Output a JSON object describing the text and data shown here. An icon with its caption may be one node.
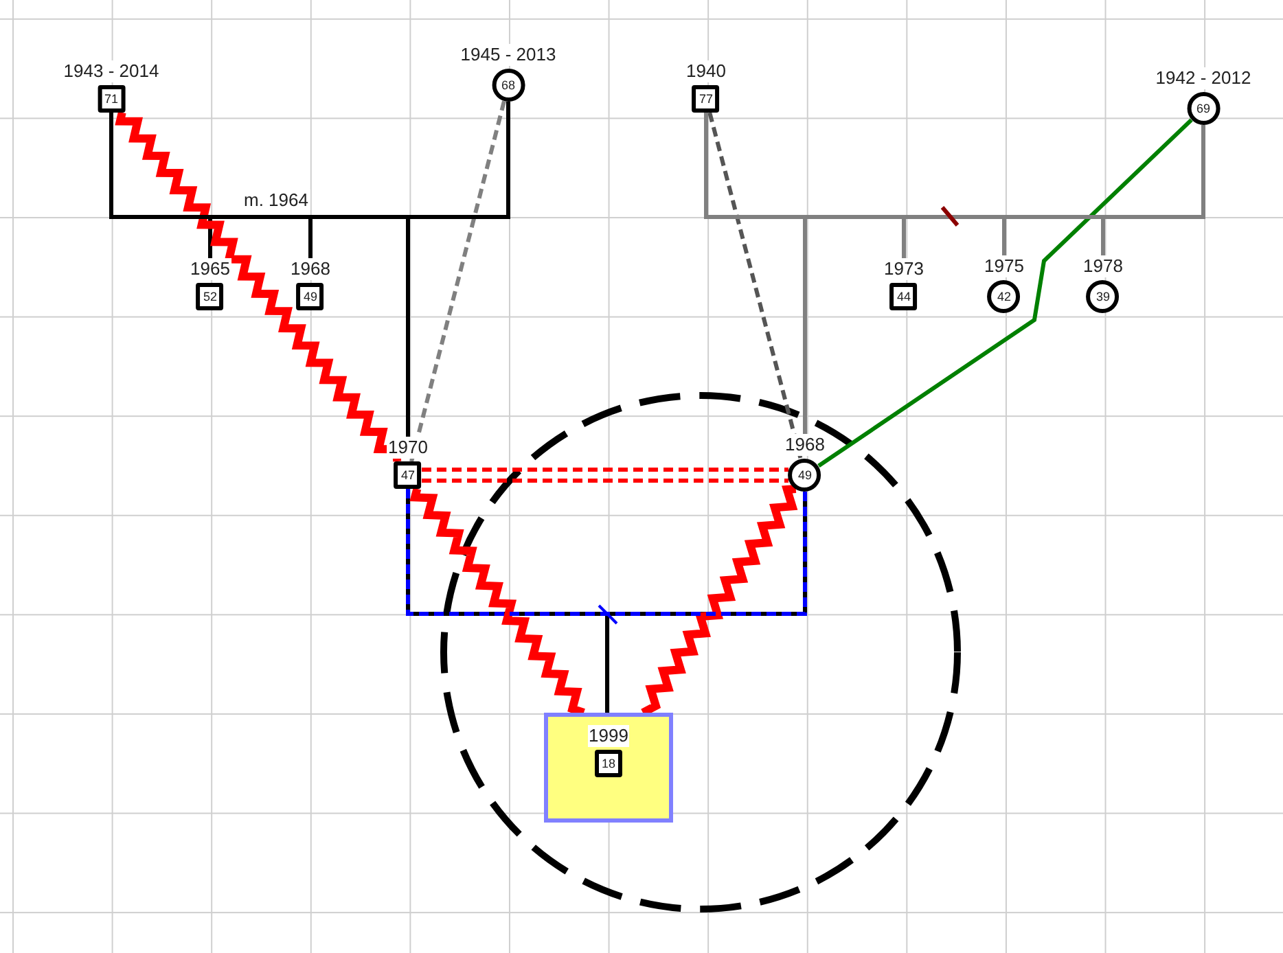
{
  "diagram": {
    "nodes": [
      {
        "text": [
          "1943 - 2014",
          "71"
        ]
      },
      {
        "text": [
          "1945 - 2013",
          "68"
        ]
      },
      {
        "text": [
          "1940",
          "77"
        ]
      },
      {
        "text": [
          "1942 - 2012",
          "69"
        ]
      },
      {
        "text": [
          "1965",
          "52"
        ]
      },
      {
        "text": [
          "1968",
          "49"
        ]
      },
      {
        "text": [
          "1970",
          "47"
        ]
      },
      {
        "text": [
          "1973",
          "44"
        ]
      },
      {
        "text": [
          "1975",
          "42"
        ]
      },
      {
        "text": [
          "1978",
          "39"
        ]
      },
      {
        "text": [
          "1968",
          "49"
        ]
      },
      {
        "text": [
          "1999",
          "18"
        ]
      }
    ],
    "edges": [
      {
        "from": 0,
        "to": 1,
        "arrow": "none",
        "label": "m. 1964",
        "color": "#000000"
      },
      {
        "from": 0,
        "to": 4,
        "arrow": "none",
        "color": "#000000"
      },
      {
        "from": 1,
        "to": 4,
        "arrow": "none",
        "color": "#000000"
      },
      {
        "from": 0,
        "to": 5,
        "arrow": "none",
        "color": "#000000"
      },
      {
        "from": 1,
        "to": 5,
        "arrow": "none",
        "color": "#000000"
      },
      {
        "from": 0,
        "to": 6,
        "arrow": "none",
        "color": "#000000"
      },
      {
        "from": 1,
        "to": 6,
        "arrow": "none",
        "color": "#000000"
      },
      {
        "from": 2,
        "to": 3,
        "arrow": "none",
        "color": "#808080"
      },
      {
        "from": 2,
        "to": 7,
        "arrow": "none",
        "color": "#808080"
      },
      {
        "from": 3,
        "to": 7,
        "arrow": "none",
        "color": "#808080"
      },
      {
        "from": 2,
        "to": 8,
        "arrow": "none",
        "color": "#808080"
      },
      {
        "from": 3,
        "to": 8,
        "arrow": "none",
        "color": "#808080"
      },
      {
        "from": 2,
        "to": 9,
        "arrow": "none",
        "color": "#808080"
      },
      {
        "from": 3,
        "to": 9,
        "arrow": "none",
        "color": "#808080"
      },
      {
        "from": 2,
        "to": 10,
        "arrow": "none",
        "color": "#808080"
      },
      {
        "from": 3,
        "to": 10,
        "arrow": "none",
        "color": "#808080"
      },
      {
        "from": 6,
        "to": 10,
        "arrow": "none",
        "style": "dashed",
        "color": "#0000ff"
      },
      {
        "from": 6,
        "to": 11,
        "arrow": "none",
        "color": "#000000"
      },
      {
        "from": 10,
        "to": 11,
        "arrow": "none",
        "color": "#000000"
      },
      {
        "from": 0,
        "to": 6,
        "arrow": "none",
        "style": "thick",
        "color": "#ff0000"
      },
      {
        "from": 6,
        "to": 11,
        "arrow": "none",
        "style": "thick",
        "color": "#ff0000"
      },
      {
        "from": 10,
        "to": 11,
        "arrow": "none",
        "style": "thick",
        "color": "#ff0000"
      },
      {
        "from": 1,
        "to": 6,
        "arrow": "none",
        "style": "dashed",
        "color": "#808080"
      },
      {
        "from": 2,
        "to": 10,
        "arrow": "none",
        "style": "dashed",
        "color": "#555555"
      },
      {
        "from": 3,
        "to": 10,
        "arrow": "none",
        "color": "#008000"
      },
      {
        "from": 6,
        "to": 10,
        "arrow": "none",
        "style": "dashed",
        "color": "#ff0000"
      }
    ]
  }
}
